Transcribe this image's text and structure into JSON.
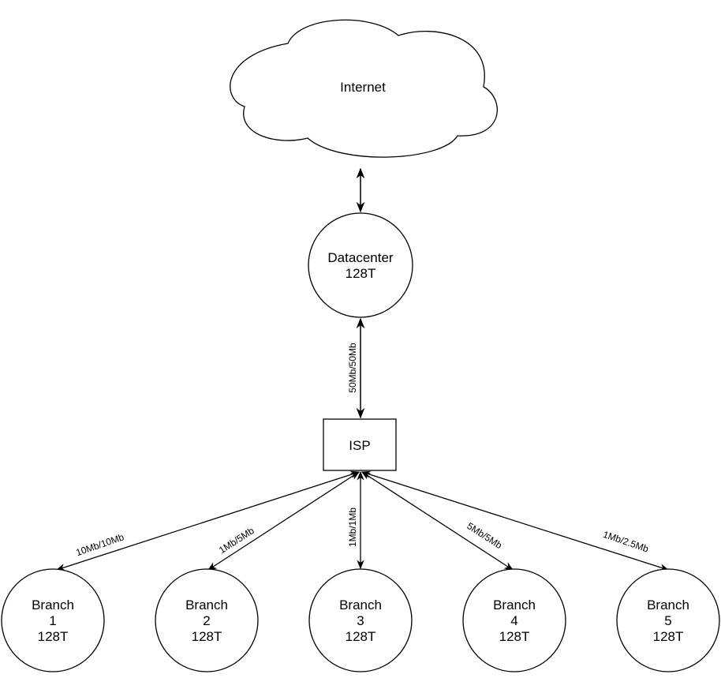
{
  "nodes": {
    "internet": {
      "label": "Internet"
    },
    "datacenter": {
      "line1": "Datacenter",
      "line2": "128T"
    },
    "isp": {
      "label": "ISP"
    },
    "branches": [
      {
        "line1": "Branch",
        "line2": "1",
        "line3": "128T"
      },
      {
        "line1": "Branch",
        "line2": "2",
        "line3": "128T"
      },
      {
        "line1": "Branch",
        "line2": "3",
        "line3": "128T"
      },
      {
        "line1": "Branch",
        "line2": "4",
        "line3": "128T"
      },
      {
        "line1": "Branch",
        "line2": "5",
        "line3": "128T"
      }
    ]
  },
  "links": {
    "datacenter_isp": "50Mb/50Mb",
    "branches": [
      "10Mb/10Mb",
      "1Mb/5Mb",
      "1Mb/1Mb",
      "5Mb/5Mb",
      "1Mb/2.5Mb"
    ]
  }
}
